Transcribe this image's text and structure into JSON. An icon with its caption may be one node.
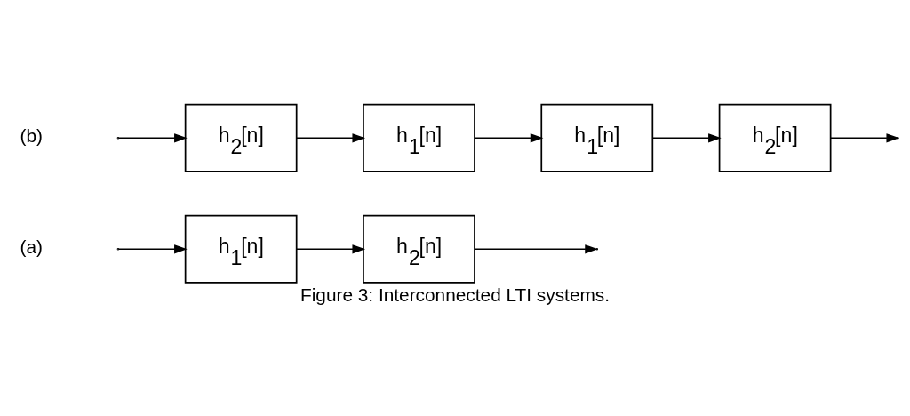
{
  "diagram": {
    "caption": "Figure 3: Interconnected LTI systems.",
    "nodes": [
      {
        "text": [
          "h$_{1}$[n]"
        ]
      },
      {
        "text": [
          "h$_{2}$[n]"
        ]
      },
      {
        "text": [
          "h$_{2}$[n]"
        ]
      },
      {
        "text": [
          "h$_{1}$[n]"
        ]
      },
      {
        "text": [
          "h$_{1}$[n]"
        ]
      },
      {
        "text": [
          "h$_{2}$[n]"
        ]
      }
    ],
    "edges": [
      {
        "from": null,
        "to": 0,
        "arrow": "to"
      },
      {
        "from": 0,
        "to": 1,
        "arrow": "to"
      },
      {
        "from": 1,
        "to": null,
        "arrow": "to"
      },
      {
        "from": null,
        "to": 2,
        "arrow": "to"
      },
      {
        "from": 2,
        "to": 3,
        "arrow": "to"
      },
      {
        "from": 3,
        "to": 4,
        "arrow": "to"
      },
      {
        "from": 4,
        "to": 5,
        "arrow": "to"
      },
      {
        "from": 5,
        "to": null,
        "arrow": "to"
      }
    ],
    "labels": [
      "(a)",
      "(b)"
    ]
  }
}
